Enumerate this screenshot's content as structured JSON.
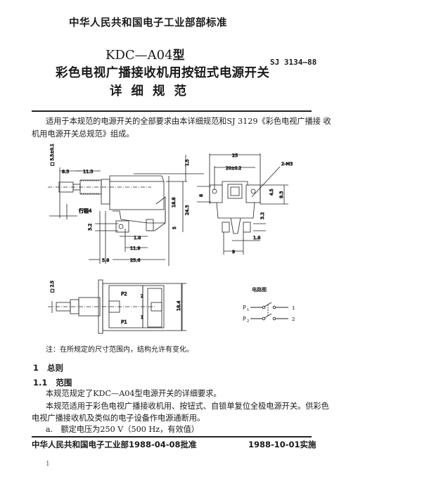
{
  "header": {
    "issuer": "中华人民共和国电子工业部部标准"
  },
  "title": {
    "model": "KDC—A04",
    "model_suffix": "型",
    "main": "彩色电视广播接收机用按钮式电源开关",
    "sub": "详细规范",
    "code": "SJ 3134—88"
  },
  "intro": {
    "line1": "适用于本规范的电源开关的全部要求由本详细规范和SJ 3129《彩色电视广播接 收",
    "line2": "机用电源开关总规范》组成。"
  },
  "drawing": {
    "side_view": {
      "dim_square": "□ 5.5±0.1",
      "dim_8_5": "8.5",
      "dim_11_5": "11.5",
      "dim_1_5": "1.5",
      "dim_18_8": "18.8",
      "dim_24_3": "24.3",
      "dim_5": "5",
      "dim_3_2": "3.2",
      "dim_1_8": "1.8",
      "dim_11_9": "11.9",
      "dim_5_8": "5.8",
      "dim_25_6": "25.6",
      "stroke_label": "行程4"
    },
    "end_view": {
      "dim_8": "8",
      "dim_25": "25",
      "dim_20": "20±0.2",
      "thread": "2-M3",
      "dim_4_5": "4.5",
      "dim_9_3": "9.3",
      "dim_3_2": "3.2",
      "dim_1_8": "1.8",
      "dim_9": "9"
    },
    "bottom_view": {
      "dim_square": "□ 2.5",
      "dim_18_4": "18.4",
      "p1": "P1",
      "p2": "P2",
      "t1": "1",
      "t2": "2"
    },
    "circuit": {
      "title": "电路图",
      "p1": "P",
      "p1_sub": "1",
      "p2": "P",
      "p2_sub": "2",
      "t1": "1",
      "t2": "2"
    }
  },
  "note": "注：在所规定的尺寸范围内，结构允许有变化。",
  "sections": {
    "s1_num": "1",
    "s1_title": "总则",
    "s11_num": "1.1",
    "s11_title": "范围",
    "p1": "本规范规定了KDC—A04型电源开关的详细要求。",
    "p2_line1": "本规范适用于彩色电视广播接收机用、按钮式、自锁单复位全极电源开关。供彩色",
    "p2_line2": "电视广播接收机及类似的电子设备作电源通断用。",
    "item_a": "a.　额定电压为250 V（500 Hz，有效值）"
  },
  "footer": {
    "approved": "中华人民共和国电子工业部1988-04-08批准",
    "effective": "1988-10-01实施",
    "page": "1"
  }
}
